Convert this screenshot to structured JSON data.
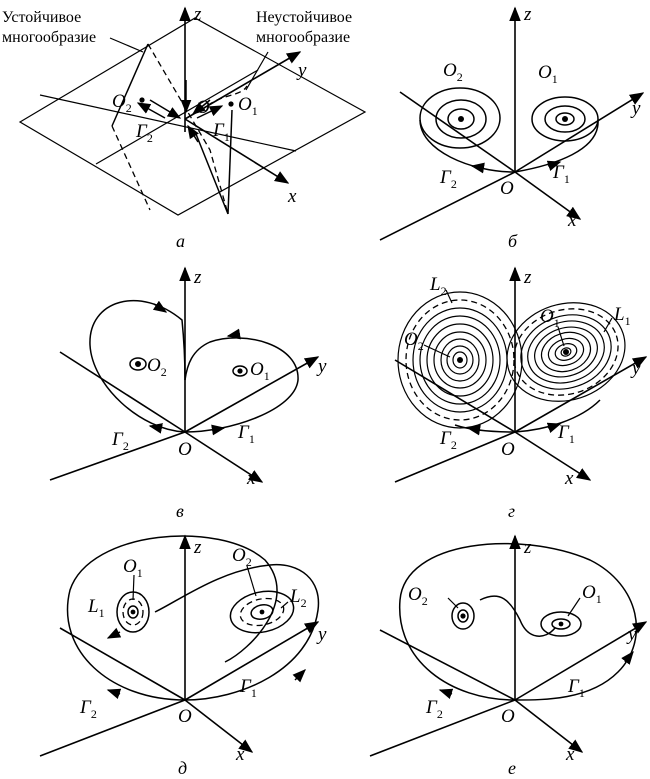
{
  "panels": {
    "a": {
      "caption": "а",
      "stable_label_line1": "Устойчивое",
      "stable_label_line2": "многообразие",
      "unstable_label_line1": "Неустойчивое",
      "unstable_label_line2": "многообразие"
    },
    "b": {
      "caption": "б"
    },
    "v": {
      "caption": "в"
    },
    "g": {
      "caption": "г"
    },
    "d": {
      "caption": "д"
    },
    "e": {
      "caption": "е"
    }
  },
  "labels": {
    "x": "x",
    "y": "y",
    "z": "z",
    "origin": "O",
    "O": "O",
    "Gamma": "Γ",
    "L": "L",
    "one": "1",
    "two": "2"
  }
}
